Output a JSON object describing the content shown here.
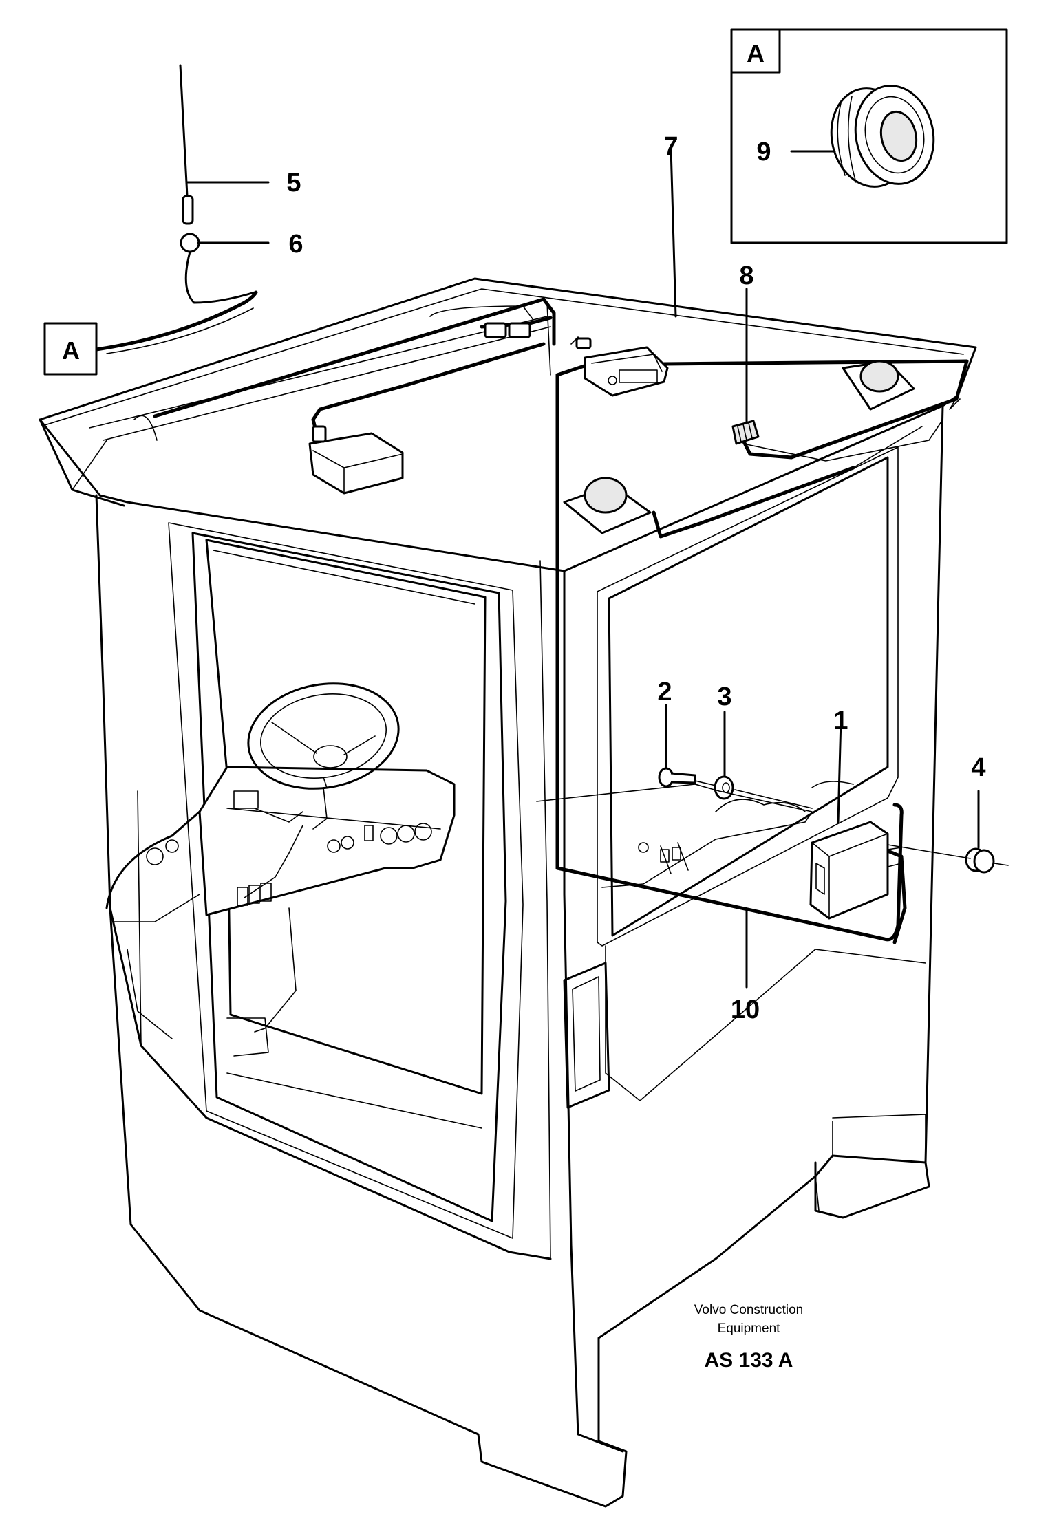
{
  "detail_box": {
    "tag": "A",
    "part_label": "9"
  },
  "antenna_tag": "A",
  "callouts": {
    "c1": "1",
    "c2": "2",
    "c3": "3",
    "c4": "4",
    "c5": "5",
    "c6": "6",
    "c7": "7",
    "c8": "8",
    "c10": "10"
  },
  "credit": {
    "line1": "Volvo Construction",
    "line2": "Equipment",
    "code": "AS 133 A"
  }
}
